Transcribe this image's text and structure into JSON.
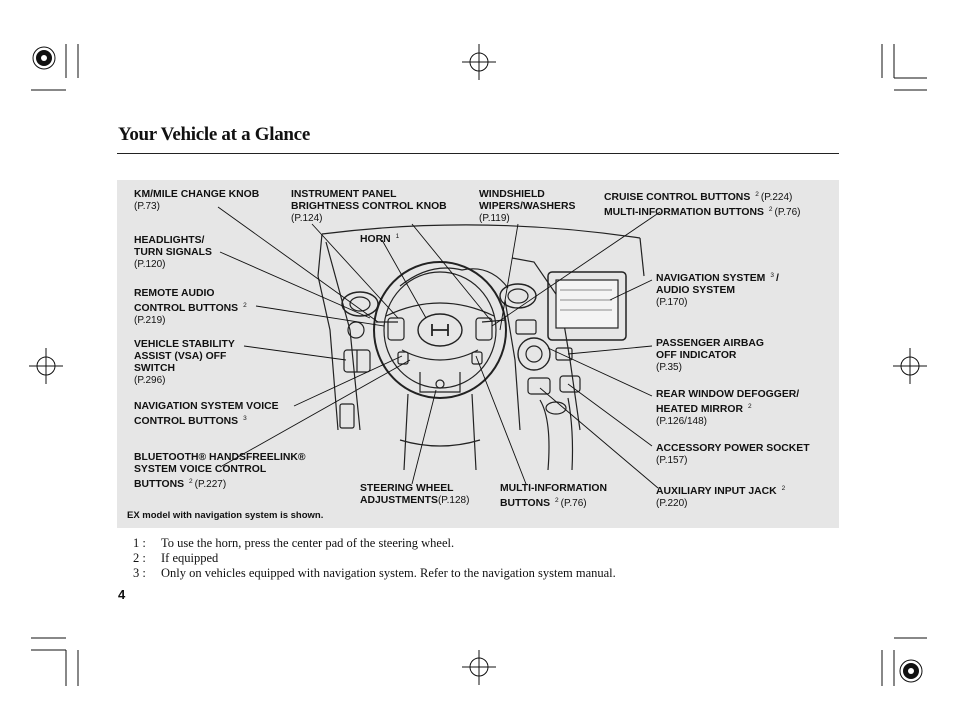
{
  "header": {
    "title": "Your Vehicle at a Glance"
  },
  "callouts": {
    "km_mile_knob": {
      "line1": "KM/MILE CHANGE KNOB",
      "page": "(P.73)"
    },
    "instrument_panel": {
      "line1": "INSTRUMENT PANEL",
      "line2": "BRIGHTNESS CONTROL KNOB",
      "page": "(P.124)"
    },
    "windshield_wipers": {
      "line1": "WINDSHIELD",
      "line2": "WIPERS/WASHERS",
      "page": "(P.119)"
    },
    "cruise_control": {
      "line1": "CRUISE CONTROL BUTTONS",
      "note": "2",
      "page": "(P.224)"
    },
    "multi_info_top": {
      "line1": "MULTI-INFORMATION BUTTONS",
      "note": "2",
      "page": "(P.76)"
    },
    "headlights": {
      "line1": "HEADLIGHTS/",
      "line2": "TURN SIGNALS",
      "page": "(P.120)"
    },
    "horn": {
      "line1": "HORN",
      "note": "1"
    },
    "navigation_audio": {
      "line1": "NAVIGATION SYSTEM",
      "note": "3",
      "suffix": "/",
      "line2": "AUDIO SYSTEM",
      "page": "(P.170)"
    },
    "remote_audio": {
      "line1": "REMOTE AUDIO",
      "line2": "CONTROL BUTTONS",
      "note": "2",
      "page": "(P.219)"
    },
    "vsa_switch": {
      "line1": "VEHICLE STABILITY",
      "line2": "ASSIST (VSA) OFF",
      "line3": "SWITCH",
      "page": "(P.296)"
    },
    "passenger_airbag": {
      "line1": "PASSENGER AIRBAG",
      "line2": "OFF INDICATOR",
      "page": "(P.35)"
    },
    "rear_defogger": {
      "line1": "REAR WINDOW DEFOGGER/",
      "line2": "HEATED MIRROR",
      "note": "2",
      "page": "(P.126/148)"
    },
    "nav_voice": {
      "line1": "NAVIGATION SYSTEM VOICE",
      "line2": "CONTROL BUTTONS",
      "note": "3"
    },
    "accessory_socket": {
      "line1": "ACCESSORY POWER SOCKET",
      "page": "(P.157)"
    },
    "bluetooth": {
      "line1": "BLUETOOTH® HANDSFREELINK®",
      "line2": "SYSTEM VOICE CONTROL",
      "line3": "BUTTONS",
      "note": "2",
      "page": "(P.227)"
    },
    "steering_wheel": {
      "line1": "STEERING WHEEL",
      "line2": "ADJUSTMENTS",
      "page": "(P.128)"
    },
    "multi_info_bottom": {
      "line1": "MULTI-INFORMATION",
      "line2": "BUTTONS",
      "note": "2",
      "page": "(P.76)"
    },
    "aux_jack": {
      "line1": "AUXILIARY INPUT JACK",
      "note": "2",
      "page": "(P.220)"
    }
  },
  "caption": "EX model with navigation system is shown.",
  "footnotes": [
    {
      "mark": "1 :",
      "text": "To use the horn, press the center pad of the steering wheel."
    },
    {
      "mark": "2 :",
      "text": "If equipped"
    },
    {
      "mark": "3 :",
      "text": "Only on vehicles equipped with navigation system. Refer to the navigation system manual."
    }
  ],
  "page_number": "4",
  "colors": {
    "panel": "#e6e6e6",
    "ink": "#111111"
  }
}
